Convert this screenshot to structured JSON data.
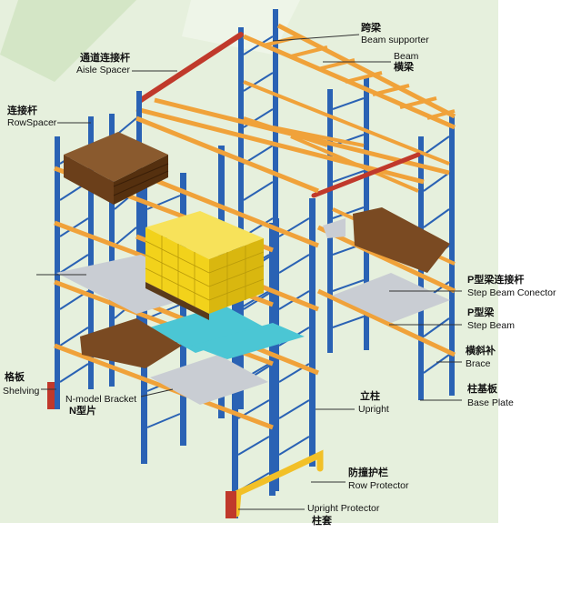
{
  "colors": {
    "upright": "#2a62b4",
    "upright_dark": "#183f86",
    "beam": "#f0a23a",
    "beam_dark": "#c97a17",
    "spacer": "#c0392b",
    "pallet_wood": "#7a4a22",
    "goods": "#f2d21b",
    "panel_grey": "#c9cdd3",
    "panel_cyan": "#4bc6d4",
    "protector": "#f2c027",
    "background_tint": "#e3efd8"
  },
  "labels": {
    "beam_supporter_zh": "跨梁",
    "beam_supporter_en": "Beam supporter",
    "beam_en": "Beam",
    "beam_zh": "横梁",
    "aisle_spacer_zh": "通道连接杆",
    "aisle_spacer_en": "Aisle Spacer",
    "row_spacer_zh": "连接杆",
    "row_spacer_en": "RowSpacer",
    "step_beam_connector_zh": "P型梁连接杆",
    "step_beam_connector_en": "Step Beam Conector",
    "step_beam_zh": "P型梁",
    "step_beam_en": "Step Beam",
    "brace_zh": "横斜补",
    "brace_en": "Brace",
    "base_plate_zh": "柱基板",
    "base_plate_en": "Base Plate",
    "shelving_zh": "格板",
    "shelving_en": "Shelving",
    "n_bracket_en": "N-model Bracket",
    "n_bracket_zh": "N型片",
    "upright_zh": "立柱",
    "upright_en": "Upright",
    "row_protector_zh": "防撞护栏",
    "row_protector_en": "Row Protector",
    "upright_protector_en": "Upright Protector",
    "upright_protector_zh": "柱套"
  }
}
